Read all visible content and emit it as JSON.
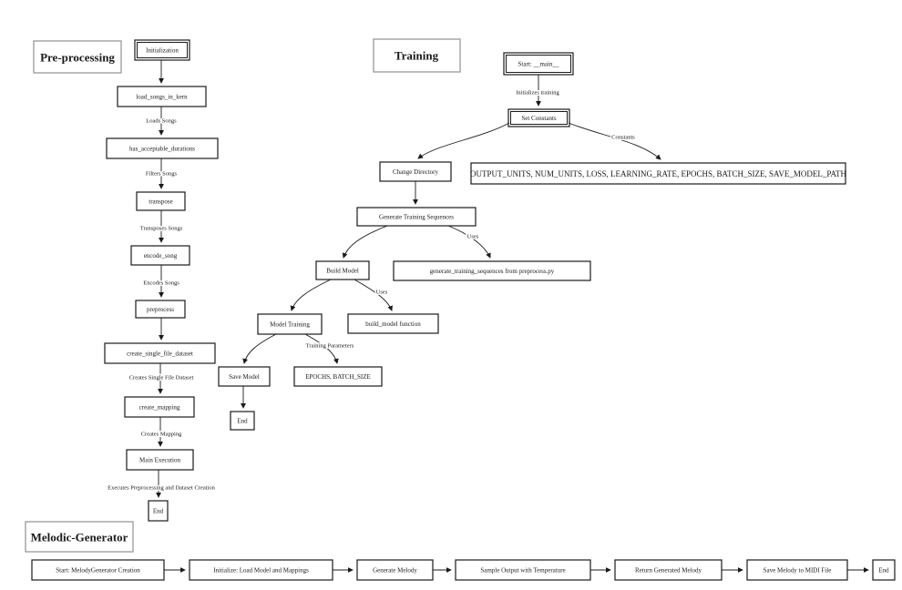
{
  "section_titles": {
    "preprocessing": "Pre-processing",
    "training": "Training",
    "melodic_generator": "Melodic-Generator"
  },
  "preprocessing": {
    "nodes": {
      "initialization": "Initialization",
      "load_songs_in_kern": "load_songs_in_kern",
      "has_acceptable_durations": "has_acceptable_durations",
      "transpose": "transpose",
      "encode_song": "encode_song",
      "preprocess": "preprocess",
      "create_single_file_dataset": "create_single_file_dataset",
      "create_mapping": "create_mapping",
      "main_execution": "Main Execution",
      "end": "End"
    },
    "edge_labels": {
      "loads_songs": "Loads Songs",
      "filters_songs": "Filters Songs",
      "transposes_songs": "Transposes Songs",
      "encodes_songs": "Encodes Songs",
      "creates_single_file_dataset": "Creates Single File Dataset",
      "creates_mapping": "Creates Mapping",
      "executes": "Executes Preprocessing and Dataset Creation"
    }
  },
  "training": {
    "nodes": {
      "start_main": "Start: __main__",
      "set_constants": "Set Constants",
      "change_directory": "Change Directory",
      "constants_list": "OUTPUT_UNITS, NUM_UNITS, LOSS, LEARNING_RATE, EPOCHS, BATCH_SIZE, SAVE_MODEL_PATH",
      "generate_training_sequences": "Generate Training Sequences",
      "gts_source": "generate_training_sequences from preprocess.py",
      "build_model": "Build Model",
      "build_model_function": "build_model function",
      "model_training": "Model Training",
      "save_model": "Save Model",
      "training_params": "EPOCHS, BATCH_SIZE",
      "end": "End"
    },
    "edge_labels": {
      "initializes_training": "Initializes training",
      "constants": "Constants",
      "uses_generate": "Uses",
      "uses_build": "Uses",
      "training_parameters": "Training Parameters"
    }
  },
  "melodic_generator": {
    "nodes": {
      "start": "Start: MelodyGenerator Creation",
      "initialize": "Initialize: Load Model and Mappings",
      "generate_melody": "Generate Melody",
      "sample_output": "Sample Output with Temperature",
      "return_melody": "Return Generated Melody",
      "save_midi": "Save Melody to MIDI File",
      "end": "End"
    }
  }
}
